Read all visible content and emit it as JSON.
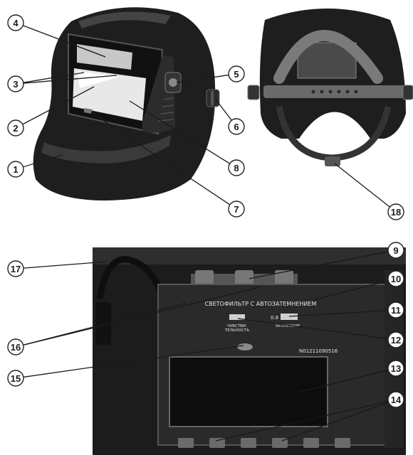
{
  "figure": {
    "panel_label": "СВЕТОФИЛЬТР С АВТОЗАТЕМНЕНИЕМ",
    "sensitivity_label": "ЧУВСТВИ-\nТЕЛЬНОСТЬ",
    "shade_label": "ЗАТЕМНЕНИЕ",
    "shade_value": "0.8",
    "serial": "N01211090516",
    "callouts": [
      {
        "num": "1"
      },
      {
        "num": "2"
      },
      {
        "num": "3"
      },
      {
        "num": "4"
      },
      {
        "num": "5"
      },
      {
        "num": "6"
      },
      {
        "num": "7"
      },
      {
        "num": "8"
      },
      {
        "num": "9"
      },
      {
        "num": "10"
      },
      {
        "num": "11"
      },
      {
        "num": "12"
      },
      {
        "num": "13"
      },
      {
        "num": "14"
      },
      {
        "num": "15"
      },
      {
        "num": "16"
      },
      {
        "num": "17"
      },
      {
        "num": "18"
      }
    ]
  },
  "colors": {
    "helmet": "#1e1e1e",
    "helmet_highlight": "#3a3a3a",
    "lens": "#e8e8e8",
    "filter_dark": "#0d0d0d",
    "panel_bg": "#2a2a2a",
    "circle_stroke": "#222222",
    "leader": "#1a1a1a"
  }
}
